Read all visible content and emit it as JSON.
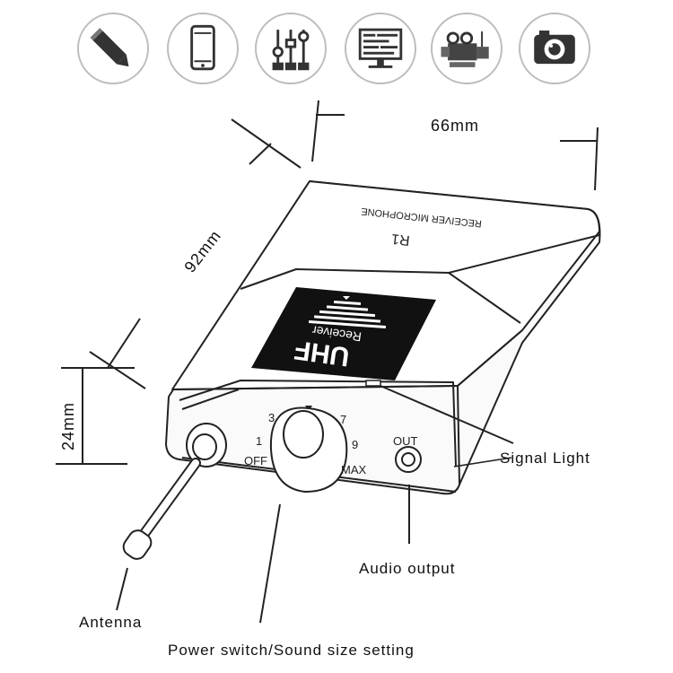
{
  "icons": [
    {
      "name": "pencil-icon"
    },
    {
      "name": "smartphone-icon"
    },
    {
      "name": "equalizer-sliders-icon"
    },
    {
      "name": "monitor-editing-icon"
    },
    {
      "name": "video-camera-icon"
    },
    {
      "name": "camera-icon"
    }
  ],
  "dimensions": {
    "width": "66mm",
    "length": "92mm",
    "height": "24mm"
  },
  "device": {
    "top_text": "RECEIVER MICROPHONE",
    "model": "R1",
    "screen_title": "UHF",
    "screen_subtitle": "Receiver",
    "knob_scale": {
      "off": "OFF",
      "one": "1",
      "three": "3",
      "seven": "7",
      "nine": "9",
      "max": "MAX"
    },
    "out_label": "OUT"
  },
  "callouts": {
    "signal_light": "Signal Light",
    "audio_output": "Audio output",
    "antenna": "Antenna",
    "power_switch": "Power switch/Sound size setting"
  }
}
